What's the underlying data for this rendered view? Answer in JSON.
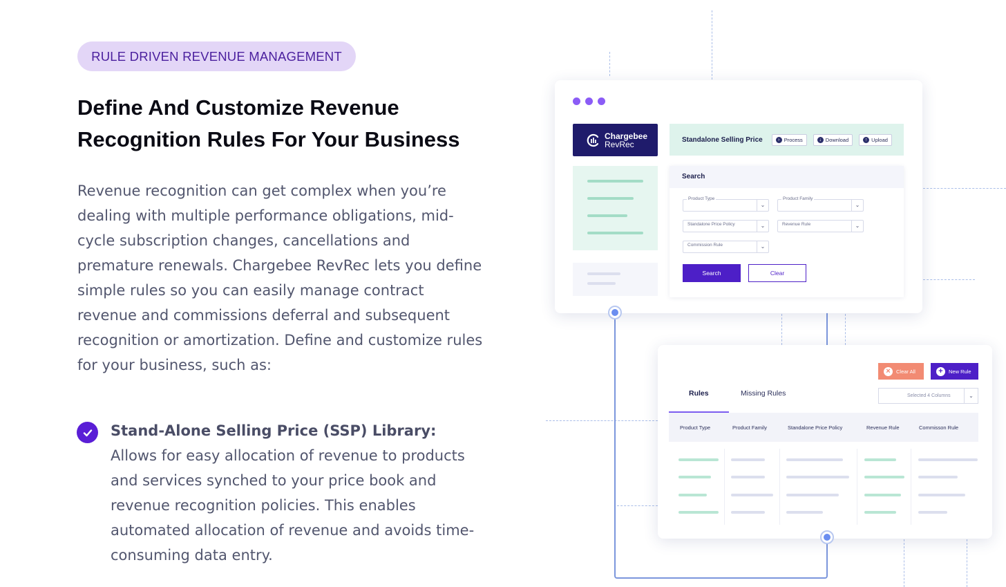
{
  "eyebrow": "RULE DRIVEN REVENUE MANAGEMENT",
  "heading": "Define And Customize Revenue Recognition Rules For Your Business",
  "intro": "Revenue recognition can get complex when you’re dealing with multiple performance obligations, mid-cycle subscription changes, cancellations and premature renewals. Chargebee RevRec lets you define simple rules so you can easily manage contract revenue and commissions deferral and subsequent recognition or amortization. Define and customize rules for your business, such as:",
  "feature": {
    "title": "Stand-Alone Selling Price (SSP) Library:",
    "text": " Allows for easy allocation of revenue to products and services synched to your price book and revenue recognition policies. This enables automated allocation of revenue and avoids time-consuming data entry.",
    "icon": "check-circle-icon"
  },
  "colors": {
    "accent": "#5a1ed6",
    "pill_bg": "#e3d6f7",
    "mint": "#def3ec",
    "danger": "#f28b73"
  },
  "card1": {
    "logo": {
      "line1": "Chargebee",
      "line2": "RevRec"
    },
    "toolbar": {
      "title": "Standalone Selling Price",
      "process": "Process",
      "download": "Download",
      "upload": "Upload"
    },
    "search": {
      "heading": "Search",
      "product_type": "Product Type",
      "product_family": "Product Family",
      "standalone_price_policy": "Standalone Price Policy",
      "revenue_rule": "Revenue Rule",
      "commission_rule": "Commission Rule",
      "search_btn": "Search",
      "clear_btn": "Clear"
    }
  },
  "card2": {
    "clear_all": "Clear All",
    "new_rule": "New Rule",
    "tabs": [
      "Rules",
      "Missing Rules"
    ],
    "columns_select": "Selected 4 Columns",
    "headers": [
      "Product Type",
      "Product Family",
      "Standalone Price Policy",
      "Revenue Rule",
      "Commisson Rule"
    ]
  }
}
